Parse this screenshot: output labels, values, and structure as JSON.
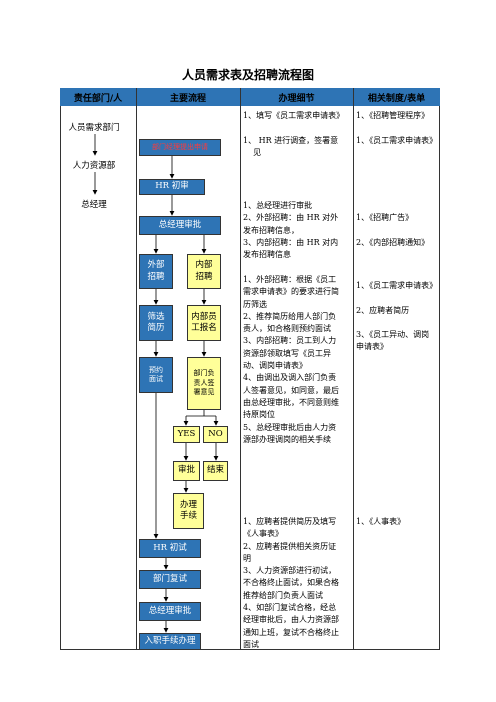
{
  "title": "人员需求表及招聘流程图",
  "headers": {
    "dept": "责任部门/人",
    "flow": "主要流程",
    "details": "办理细节",
    "forms": "相关制度/表单"
  },
  "departments": [
    "人员需求部门",
    "人力资源部",
    "总经理"
  ],
  "flow": {
    "submit_request": "部门经理提出申请",
    "hr_initial_review": "HR 初审",
    "gm_approval": "总经理审批",
    "external_recruit": "外部\n招聘",
    "internal_recruit": "内部\n招聘",
    "screen_resumes": "筛选\n简历",
    "internal_signup": "内部员\n工报名",
    "schedule_interview": "预约\n面试",
    "dept_head_sign": "部门负\n责人签\n署意见",
    "yes": "YES",
    "no": "NO",
    "approve": "审批",
    "end": "结束",
    "process_procedure": "办理\n手续",
    "hr_first_interview": "HR 初试",
    "dept_second_interview": "部门复试",
    "gm_final_approval": "总经理审批",
    "onboarding": "入职手续办理"
  },
  "details": {
    "block1": "1、填写《员工需求申请表》\n\n1、 HR 进行调查，签署意\n    见",
    "block2": "1、总经理进行审批\n2、外部招聘：由 HR 对外\n发布招聘信息，\n3、内部招聘：由 HR 对内\n发布招聘信息",
    "block3": "1、外部招聘：根据《员工\n需求申请表》的要求进行简\n历筛选\n2、推荐简历给用人部门负\n责人，如合格则预约面试\n3、内部招聘：员工到人力\n资源部领取填写《员工异\n动、调岗申请表》\n4、由调出及调入部门负责\n人签署意见，如同意，最后\n由总经理审批，不同意则维\n持原岗位\n5、总经理审批后由人力资\n源部办理调岗的相关手续",
    "block4": "1、应聘者提供简历及填写\n《人事表》\n2、应聘者提供相关资历证\n明\n3、人力资源部进行初试，\n不合格终止面试，如果合格\n推荐给部门负责人面试\n4、如部门复试合格，经总\n经理审批后，由人力资源部\n通知上班，复试不合格终止\n面试"
  },
  "forms": {
    "block1": "1、《招聘管理程序》\n\n1、《员工需求申请表》",
    "block2": "1、《招聘广告》\n\n2、《内部招聘通知》",
    "block3": "1、《员工需求申请表》\n\n2、应聘者简历\n\n3、《员工异动、调岗\n申请表》",
    "block4": "1、《人事表》"
  },
  "colors": {
    "header_bg": "#2e74b5",
    "box_blue": "#2e74b5",
    "box_yellow": "#ffff99",
    "request_text": "#ff3a3a"
  }
}
